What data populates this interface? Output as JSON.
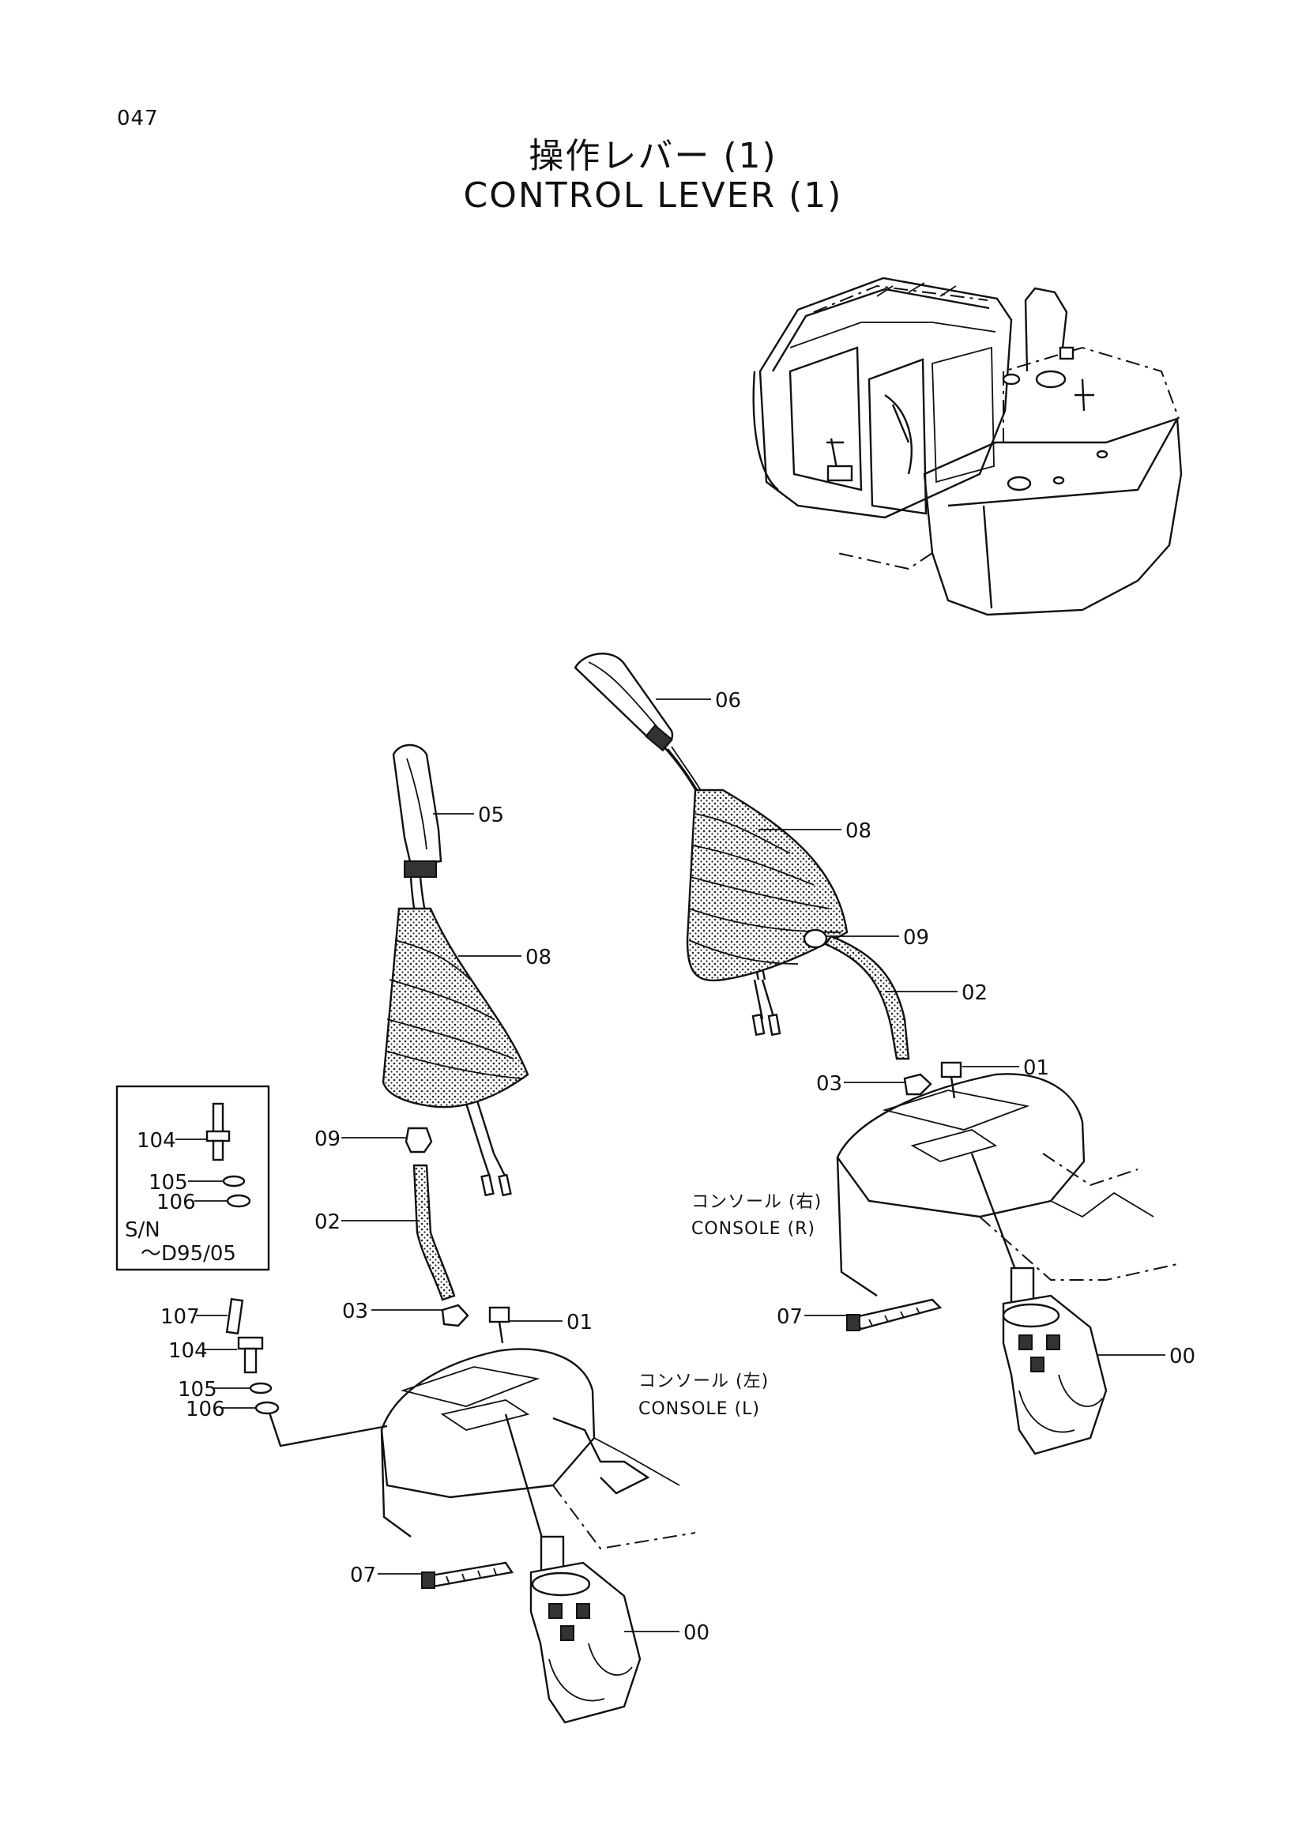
{
  "page_number": "047",
  "title_ja": "操作レバー (1)",
  "title_en": "CONTROL LEVER (1)",
  "consoles": {
    "right_ja": "コンソール (右)",
    "right_en": "CONSOLE (R)",
    "left_ja": "コンソール (左)",
    "left_en": "CONSOLE (L)"
  },
  "serial_note": {
    "line1": "S/N",
    "line2": "～D95/05"
  },
  "callouts": {
    "right": [
      "06",
      "08",
      "09",
      "02",
      "01",
      "03",
      "07",
      "00"
    ],
    "left": [
      "05",
      "08",
      "09",
      "02",
      "03",
      "01",
      "07",
      "00"
    ],
    "inset": [
      "104",
      "105",
      "106"
    ],
    "loose": [
      "107",
      "104",
      "105",
      "106"
    ]
  }
}
